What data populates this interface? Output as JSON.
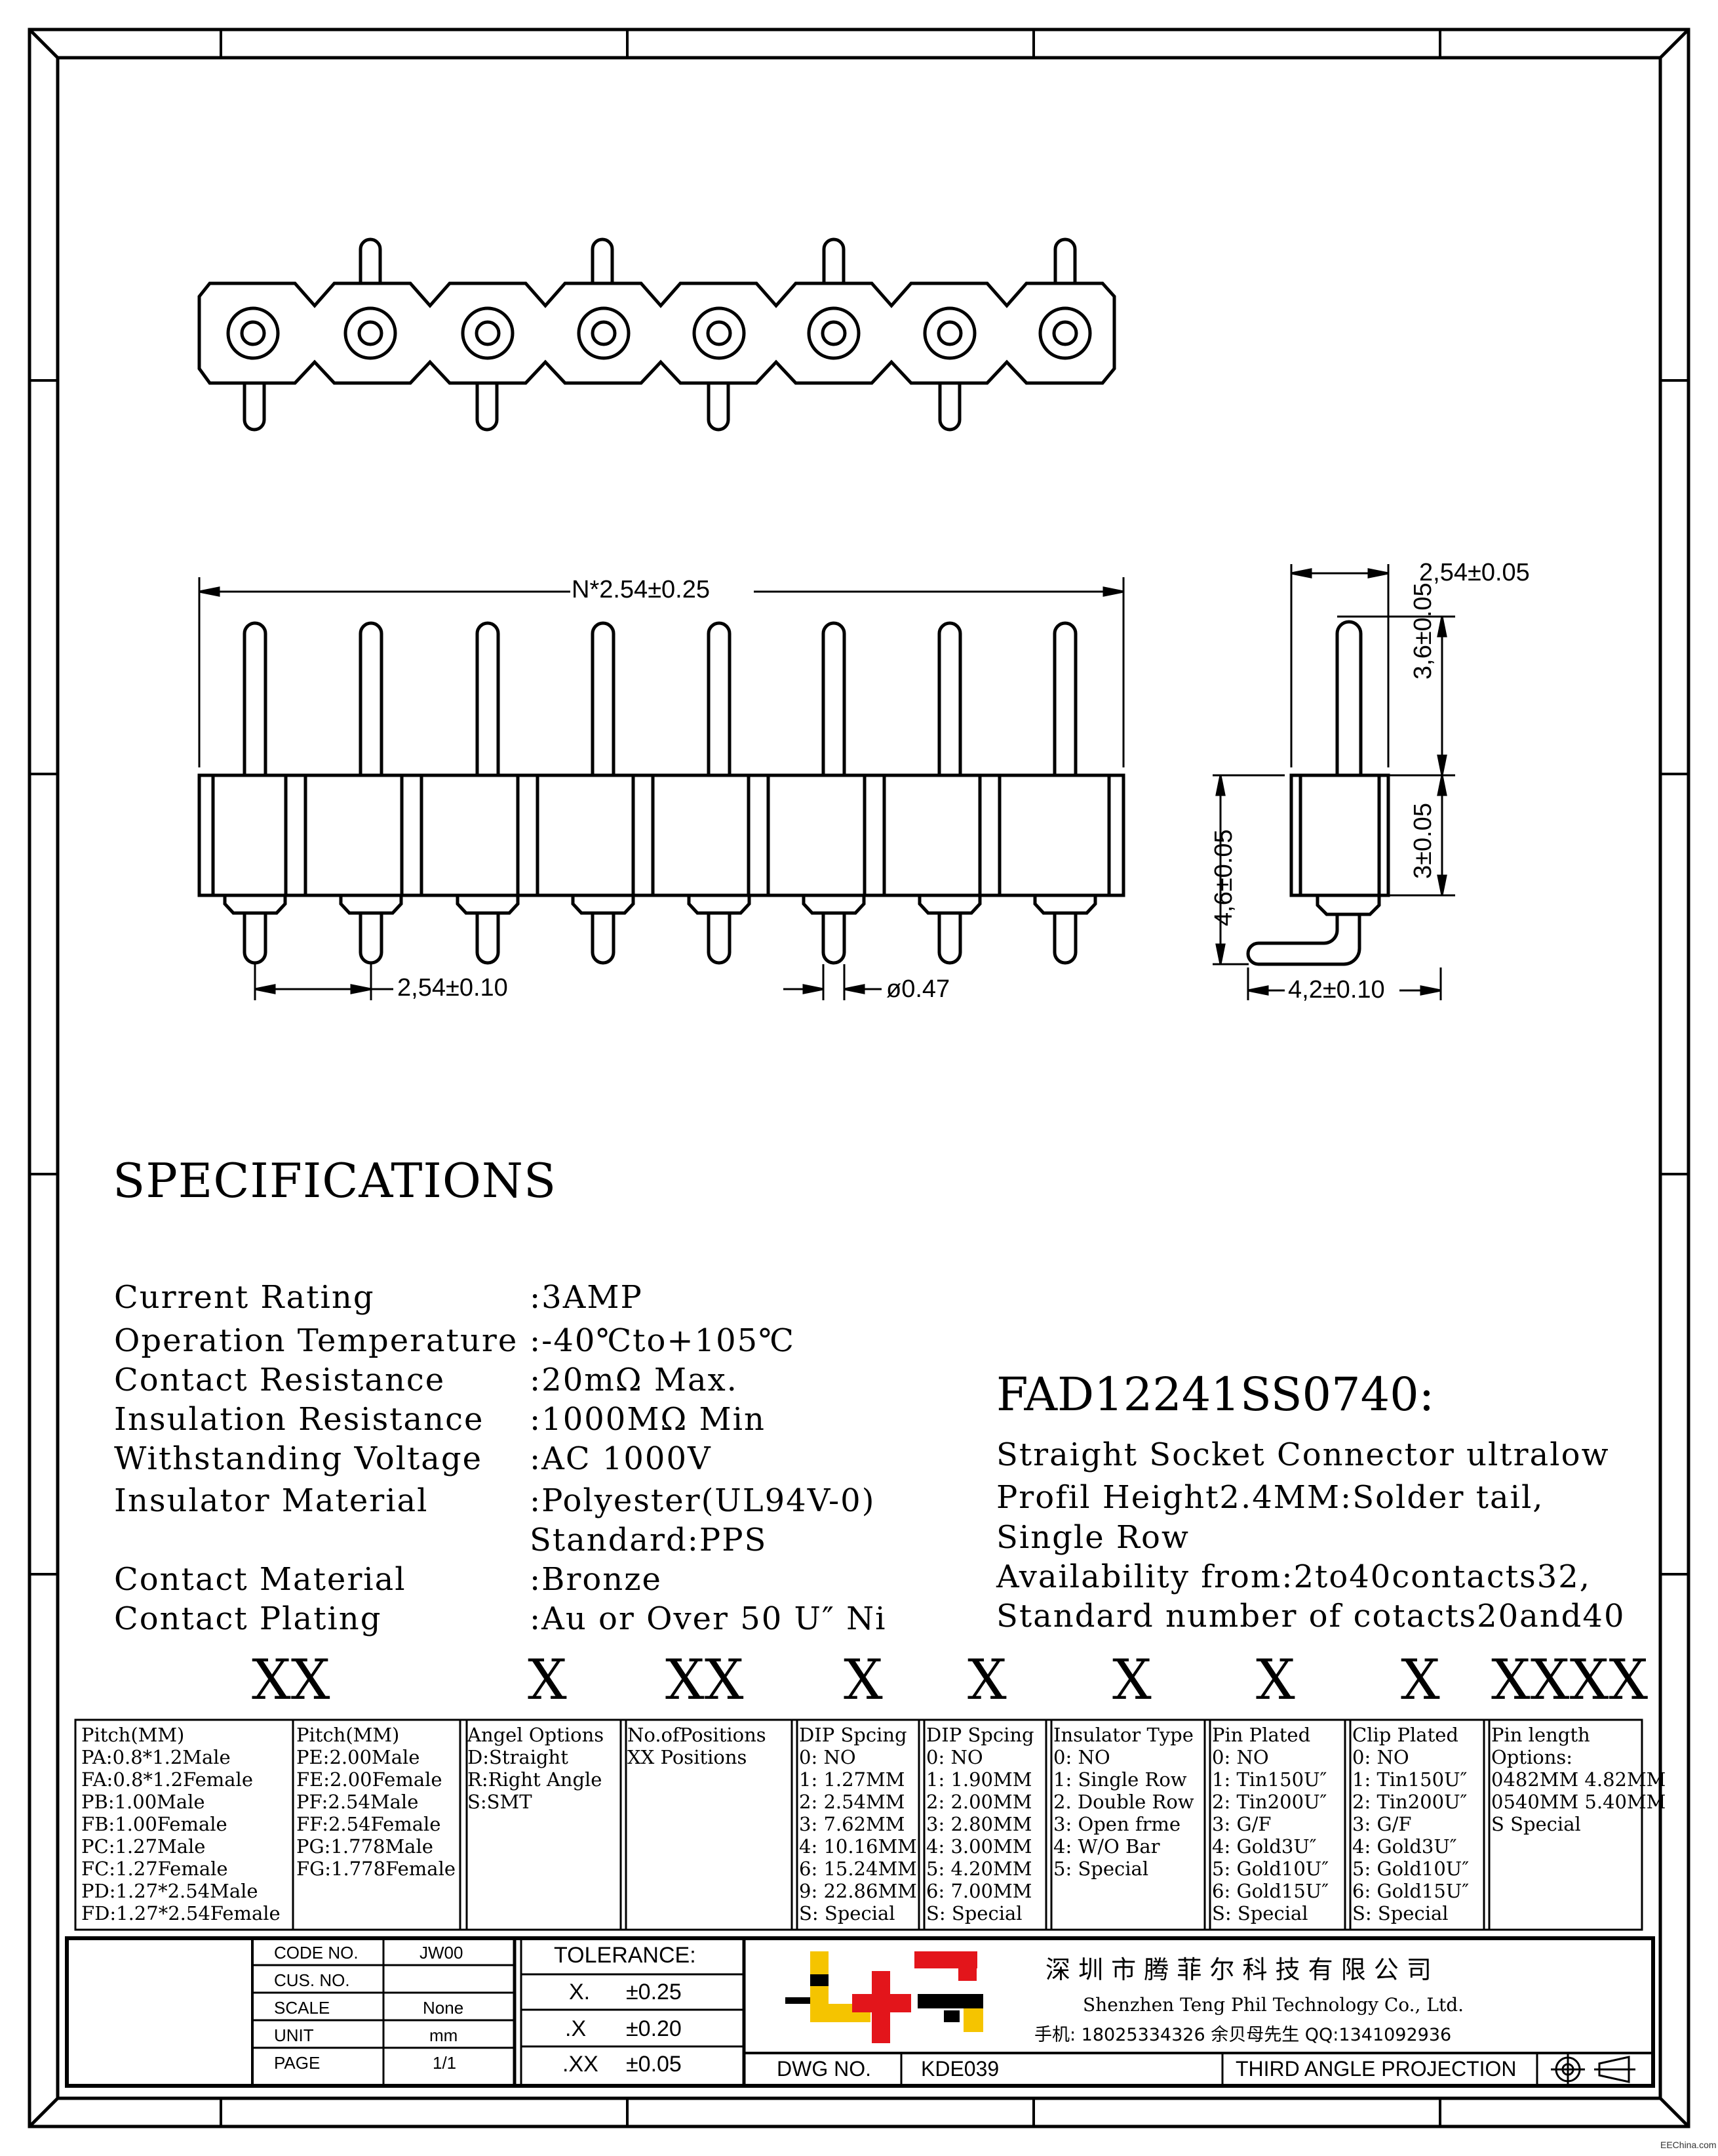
{
  "dimensions": {
    "overall_length": "N*2.54±0.25",
    "pitch": "2,54±0.10",
    "pin_diameter": "ø0.47",
    "side_width": "2,54±0.05",
    "upper_pin": "3,6±0.05",
    "insulator": "3±0.05",
    "total_height": "4,6±0.05",
    "tail": "4,2±0.10"
  },
  "specifications": {
    "title": "SPECIFICATIONS",
    "rows": [
      {
        "label": "Current Rating",
        "value": ":3AMP"
      },
      {
        "label": "Operation Temperature",
        "value": ":-40℃to+105℃"
      },
      {
        "label": "Contact Resistance",
        "value": ":20mΩ  Max."
      },
      {
        "label": "Insulation Resistance",
        "value": ":1000MΩ  Min"
      },
      {
        "label": "Withstanding Voltage",
        "value": ":AC 1000V"
      },
      {
        "label": "Insulator Material",
        "value": ":Polyester(UL94V-0)"
      },
      {
        "label": "",
        "value": " Standard:PPS"
      },
      {
        "label": "Contact Material",
        "value": ":Bronze"
      },
      {
        "label": "Contact Plating",
        "value": ":Au or Over 50 U″ Ni"
      }
    ]
  },
  "part": {
    "number": "FAD12241SS0740:",
    "description": [
      "Straight Socket Connector ultralow",
      "Profil Height2.4MM:Solder tail,",
      "Single Row",
      "Availability from:2to40contacts32,",
      "Standard number of cotacts20and40"
    ]
  },
  "ordering_code": [
    "XX",
    "X",
    "XX",
    "X",
    "X",
    "X",
    "X",
    "X",
    "XXXX"
  ],
  "ordering_options": [
    {
      "lines": [
        "Pitch(MM)",
        "PA:0.8*1.2Male",
        "FA:0.8*1.2Female",
        "PB:1.00Male",
        "FB:1.00Female",
        "PC:1.27Male",
        "FC:1.27Female",
        "PD:1.27*2.54Male",
        "FD:1.27*2.54Female"
      ]
    },
    {
      "lines": [
        "Pitch(MM)",
        "PE:2.00Male",
        "FE:2.00Female",
        "PF:2.54Male",
        "FF:2.54Female",
        "PG:1.778Male",
        "FG:1.778Female"
      ]
    },
    {
      "lines": [
        "Angel Options",
        "D:Straight",
        "R:Right Angle",
        "S:SMT"
      ]
    },
    {
      "lines": [
        "No.ofPositions",
        "XX Positions"
      ]
    },
    {
      "lines": [
        "DIP Spcing",
        "0: NO",
        "1: 1.27MM",
        "2: 2.54MM",
        "3: 7.62MM",
        "4: 10.16MM",
        "6: 15.24MM",
        "9: 22.86MM",
        "S: Special"
      ]
    },
    {
      "lines": [
        "DIP Spcing",
        "0: NO",
        "1: 1.90MM",
        "2: 2.00MM",
        "3: 2.80MM",
        "4: 3.00MM",
        "5: 4.20MM",
        "6: 7.00MM",
        "S: Special"
      ]
    },
    {
      "lines": [
        "Insulator Type",
        "0: NO",
        "1: Single Row",
        "2. Double Row",
        "3: Open frme",
        "4: W/O Bar",
        "5: Special"
      ]
    },
    {
      "lines": [
        "Pin Plated",
        "0: NO",
        "1: Tin150U″",
        "2: Tin200U″",
        "3: G/F",
        "4: Gold3U″",
        "5: Gold10U″",
        "6: Gold15U″",
        "S: Special"
      ]
    },
    {
      "lines": [
        "Clip Plated",
        "0: NO",
        "1: Tin150U″",
        "2: Tin200U″",
        "3: G/F",
        "4: Gold3U″",
        "5: Gold10U″",
        "6: Gold15U″",
        "S: Special"
      ]
    },
    {
      "lines": [
        "Pin length",
        "Options:",
        "0482MM 4.82MM",
        "0540MM 5.40MM",
        "S Special"
      ]
    }
  ],
  "title_block": {
    "code_no_label": "CODE NO.",
    "code_no": "JW00",
    "cus_no_label": "CUS. NO.",
    "cus_no": "",
    "scale_label": "SCALE",
    "scale": "None",
    "unit_label": "UNIT",
    "unit": "mm",
    "page_label": "PAGE",
    "page": "1/1",
    "tolerance_label": "TOLERANCE:",
    "tolerances": [
      {
        "digits": "X.",
        "value": "±0.25"
      },
      {
        "digits": ".X",
        "value": "±0.20"
      },
      {
        "digits": ".XX",
        "value": "±0.05"
      }
    ],
    "company_cn": "深 圳 市 腾 菲 尔 科 技 有 限 公 司",
    "company_en": "Shenzhen Teng Phil Technology Co., Ltd.",
    "contact": "手机: 18025334326 余贝母先生    QQ:1341092936",
    "dwg_no_label": "DWG NO.",
    "dwg_no": "KDE039",
    "projection": "THIRD ANGLE PROJECTION",
    "watermark": "EEChina.com"
  },
  "colors": {
    "line": "#000000",
    "logo_yellow": "#f5c400",
    "logo_red": "#e3151b",
    "logo_black": "#000000"
  }
}
